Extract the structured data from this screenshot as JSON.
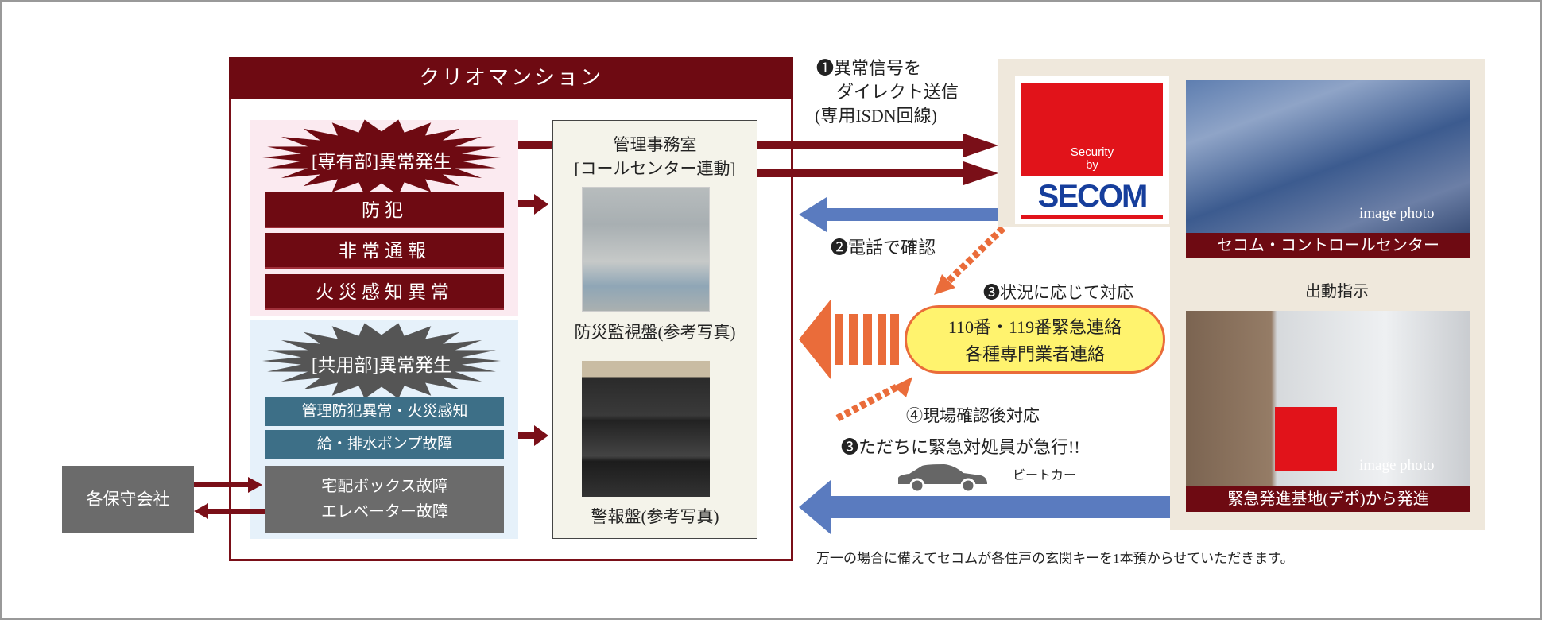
{
  "mansion": {
    "title": "クリオマンション"
  },
  "private_area": {
    "title": "[専有部]異常発生",
    "items": [
      "防犯",
      "非常通報",
      "火災感知異常"
    ]
  },
  "common_area": {
    "title": "[共用部]異常発生",
    "items": [
      "管理防犯異常・火災感知",
      "給・排水ポンプ故障"
    ],
    "gray_items": [
      "宅配ボックス故障",
      "エレベーター故障"
    ]
  },
  "management": {
    "title": "管理事務室",
    "subtitle": "[コールセンター連動]",
    "photo1_caption": "防災監視盤(参考写真)",
    "photo2_caption": "警報盤(参考写真)"
  },
  "maintenance": {
    "label": "各保守会社"
  },
  "steps": {
    "step1_line1": "❶異常信号を",
    "step1_line2": "ダイレクト送信",
    "step1_line3": "(専用ISDN回線)",
    "step2": "❷電話で確認",
    "step3a": "❸状況に応じて対応",
    "step4": "④現場確認後対応",
    "step3b": "❸ただちに緊急対処員が急行!!",
    "car": "ビートカー"
  },
  "emergency": {
    "line1": "110番・119番緊急連絡",
    "line2": "各種専門業者連絡"
  },
  "secom": {
    "logo_top": "Security",
    "logo_by": "by",
    "logo": "SECOM",
    "control_center": "セコム・コントロールセンター",
    "dispatch": "出動指示",
    "depot": "緊急発進基地(デポ)から発進",
    "image_photo": "image photo"
  },
  "footer": "万一の場合に備えてセコムが各住戸の玄関キーを1本預からせていただきます。",
  "colors": {
    "dark_red": "#6e0a12",
    "blue": "#5a7bbf",
    "orange": "#ea6c3a",
    "teal": "#3d6f87",
    "yellow": "#fff36e"
  }
}
